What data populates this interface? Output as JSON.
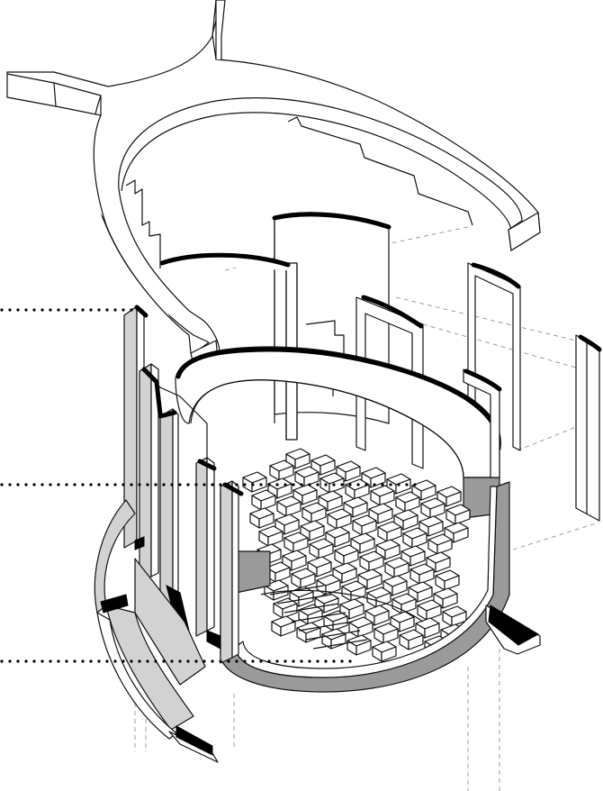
{
  "drawing": {
    "colors": {
      "line": "#111111",
      "section_fill": "#000000",
      "wall_gray": "#9a9a9a",
      "light_gray": "#d2d2d2",
      "background": "#ffffff"
    },
    "components": [
      "roof-ring",
      "back-wall-panels",
      "right-wall-panel",
      "upper-balcony-ring",
      "stepped-seating",
      "lower-shell",
      "facade-wall",
      "foundation-footings",
      "level-indicator-lines"
    ]
  }
}
